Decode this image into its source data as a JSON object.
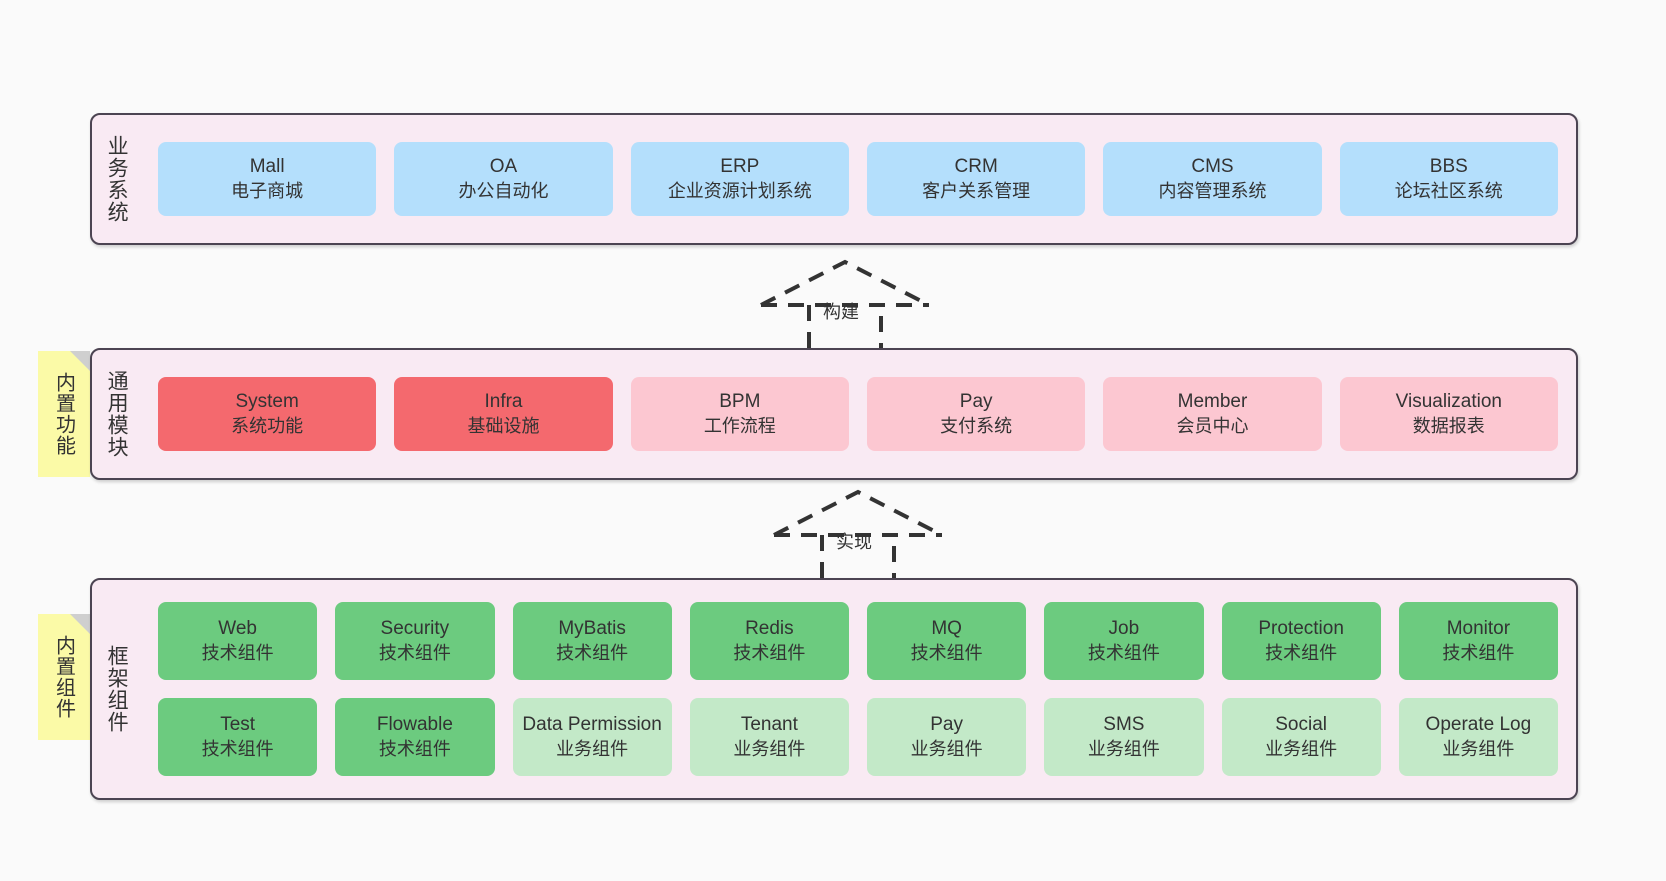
{
  "diagram": {
    "background_color": "#fafafa",
    "layer_fill": "#f9eaf3",
    "layer_border": "#4c4452",
    "sticky_color": "#fbfaa7",
    "colors": {
      "blue": "#b4dffc",
      "red": "#f4696e",
      "pink": "#fcc7d1",
      "green": "#6ccb7f",
      "mint": "#c3e9c8"
    }
  },
  "layers": {
    "business": {
      "label": "业务系统",
      "boxes": [
        {
          "name": "Mall",
          "desc": "电子商城"
        },
        {
          "name": "OA",
          "desc": "办公自动化"
        },
        {
          "name": "ERP",
          "desc": "企业资源计划系统"
        },
        {
          "name": "CRM",
          "desc": "客户关系管理"
        },
        {
          "name": "CMS",
          "desc": "内容管理系统"
        },
        {
          "name": "BBS",
          "desc": "论坛社区系统"
        }
      ]
    },
    "common": {
      "label": "通用模块",
      "sticky": "内置功能",
      "boxes": [
        {
          "name": "System",
          "desc": "系统功能"
        },
        {
          "name": "Infra",
          "desc": "基础设施"
        },
        {
          "name": "BPM",
          "desc": "工作流程"
        },
        {
          "name": "Pay",
          "desc": "支付系统"
        },
        {
          "name": "Member",
          "desc": "会员中心"
        },
        {
          "name": "Visualization",
          "desc": "数据报表"
        }
      ]
    },
    "framework": {
      "label": "框架组件",
      "sticky": "内置组件",
      "row1": [
        {
          "name": "Web",
          "desc": "技术组件"
        },
        {
          "name": "Security",
          "desc": "技术组件"
        },
        {
          "name": "MyBatis",
          "desc": "技术组件"
        },
        {
          "name": "Redis",
          "desc": "技术组件"
        },
        {
          "name": "MQ",
          "desc": "技术组件"
        },
        {
          "name": "Job",
          "desc": "技术组件"
        },
        {
          "name": "Protection",
          "desc": "技术组件"
        },
        {
          "name": "Monitor",
          "desc": "技术组件"
        }
      ],
      "row2": [
        {
          "name": "Test",
          "desc": "技术组件"
        },
        {
          "name": "Flowable",
          "desc": "技术组件"
        },
        {
          "name": "Data Permission",
          "desc": "业务组件"
        },
        {
          "name": "Tenant",
          "desc": "业务组件"
        },
        {
          "name": "Pay",
          "desc": "业务组件"
        },
        {
          "name": "SMS",
          "desc": "业务组件"
        },
        {
          "name": "Social",
          "desc": "业务组件"
        },
        {
          "name": "Operate Log",
          "desc": "业务组件"
        }
      ]
    }
  },
  "connectors": {
    "build": {
      "label": "构建"
    },
    "implement": {
      "label": "实现"
    }
  }
}
